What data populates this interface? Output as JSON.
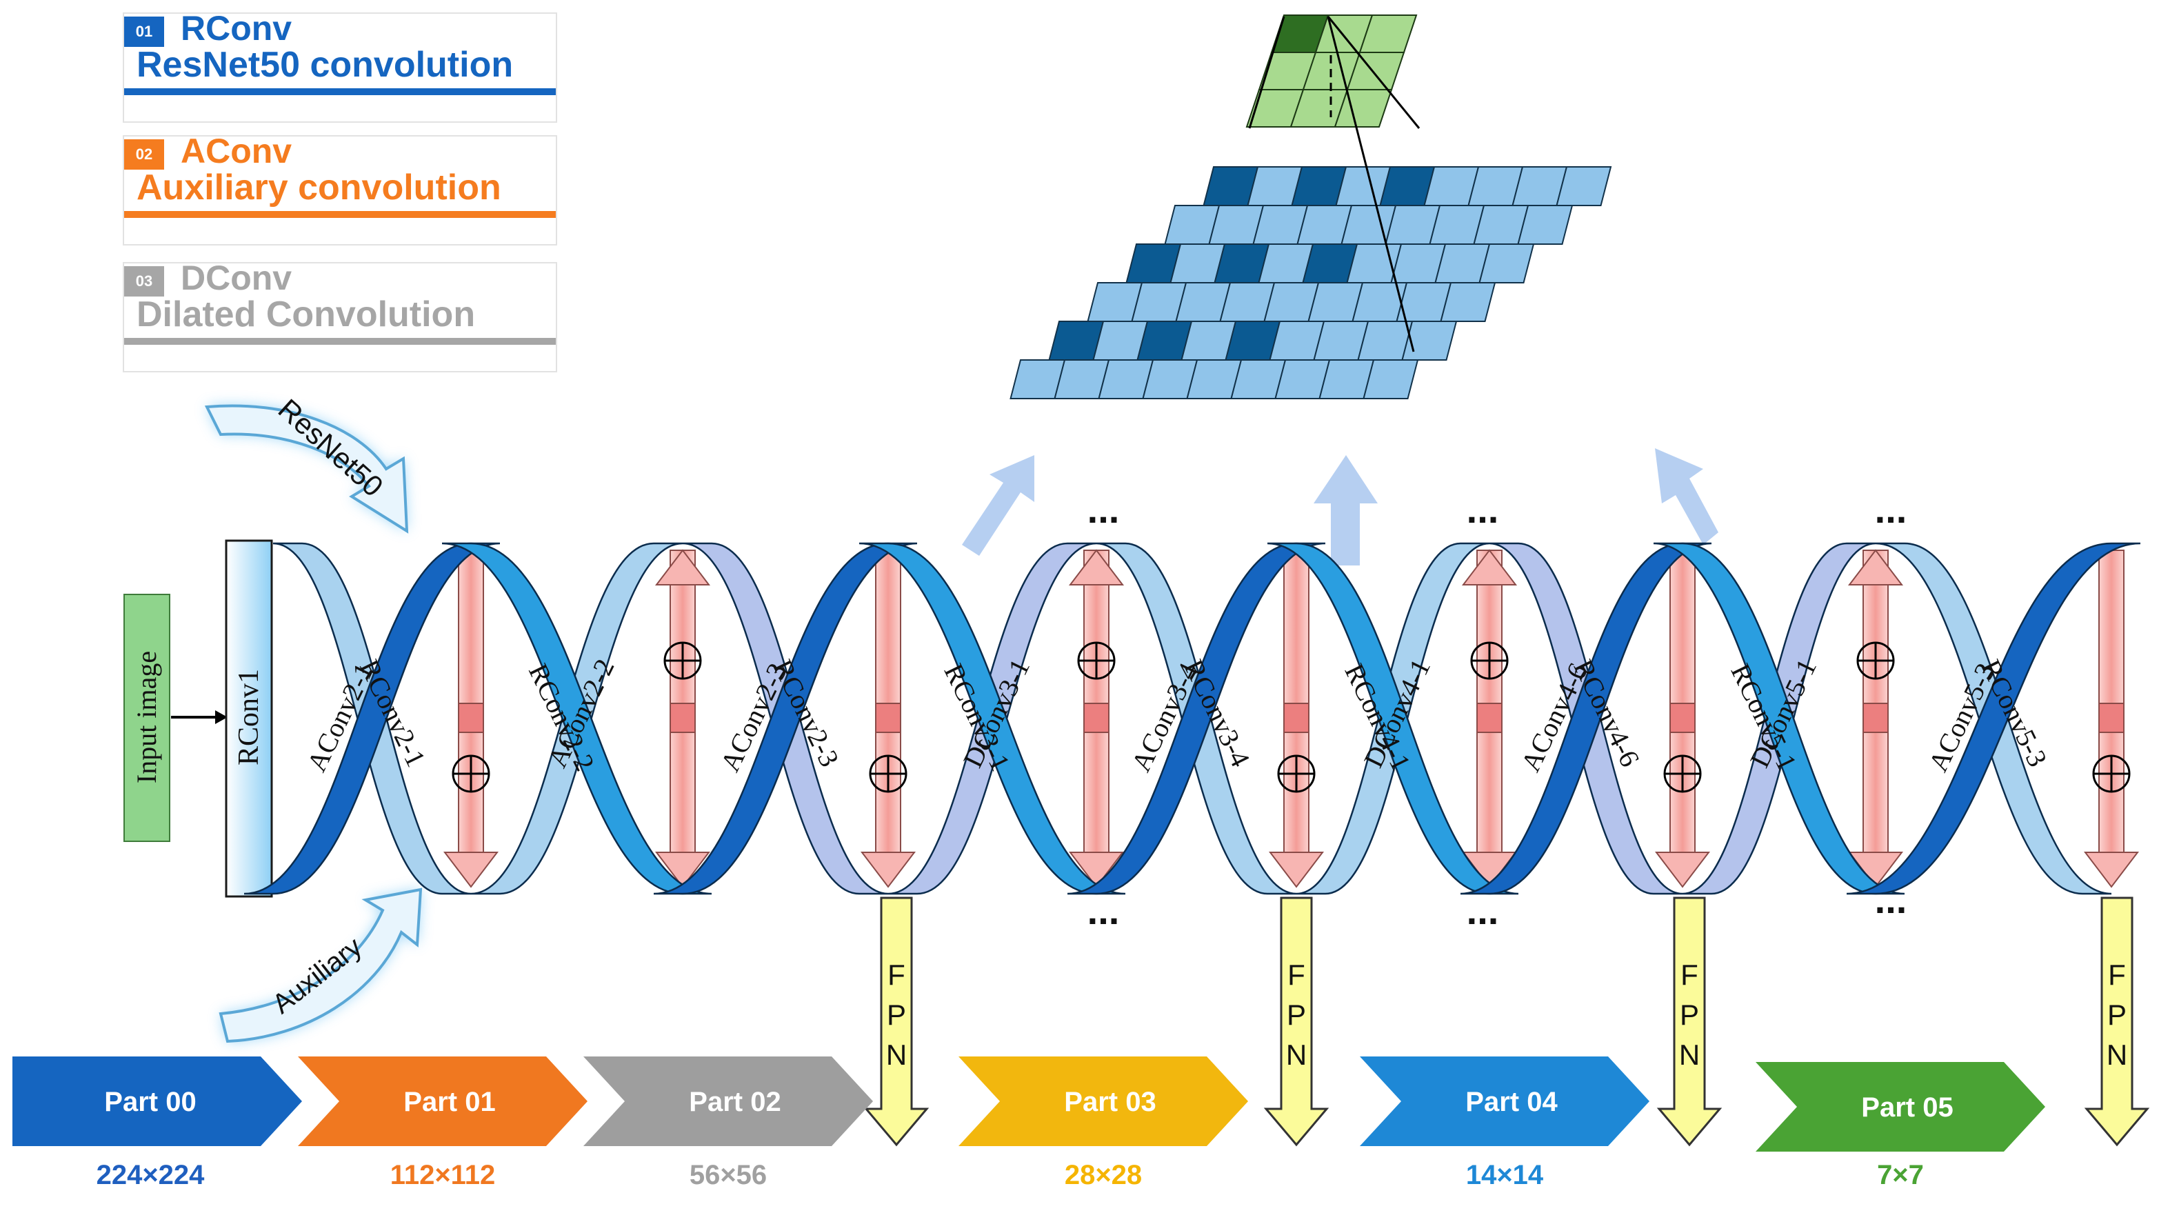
{
  "legend": [
    {
      "num": "01",
      "title": "RConv",
      "subtitle": "ResNet50 convolution",
      "color": "#1565c0"
    },
    {
      "num": "02",
      "title": "AConv",
      "subtitle": "Auxiliary convolution",
      "color": "#f57c1f"
    },
    {
      "num": "03",
      "title": "DConv",
      "subtitle": "Dilated Convolution",
      "color": "#a6a6a6"
    }
  ],
  "input_label": "Input image",
  "rconv1_label": "RConv1",
  "curved_arrows": {
    "top": "ResNet50",
    "bottom": "Auxiliary"
  },
  "strand_labels": {
    "dark": [
      "AConv2-1",
      "RConv2-2",
      "AConv2-3",
      "RConv3-1",
      "AConv3-4",
      "RConv4-1",
      "AConv4-6",
      "RConv5-1",
      "AConv5-3"
    ],
    "light": [
      "RConv2-1",
      "AConv2-2",
      "RConv2-3",
      "DConv3-1",
      "RConv3-4",
      "DConv4-1",
      "RConv4-6",
      "DConv5-1",
      "RConv5-3"
    ]
  },
  "ellipsis": "...",
  "fpn_label": "FPN",
  "parts": [
    {
      "label": "Part 00",
      "size": "224×224",
      "color": "#1565c0",
      "size_color": "#1f5fbf"
    },
    {
      "label": "Part 01",
      "size": "112×112",
      "color": "#f07820",
      "size_color": "#f07820"
    },
    {
      "label": "Part 02",
      "size": "56×56",
      "color": "#9e9e9e",
      "size_color": "#a0a0a0"
    },
    {
      "label": "Part 03",
      "size": "28×28",
      "color": "#f2b70e",
      "size_color": "#f5b400"
    },
    {
      "label": "Part 04",
      "size": "14×14",
      "color": "#1e88d6",
      "size_color": "#1e88d6"
    },
    {
      "label": "Part 05",
      "size": "7×7",
      "color": "#4aa334",
      "size_color": "#4aa334"
    }
  ],
  "colors": {
    "strand_dark": "#1565c0",
    "strand_mid": "#2a9ee0",
    "strand_light": "#a9d2ef",
    "strand_lavender": "#b4c3ec",
    "bar_pink": "#f7b5b2",
    "bar_red": "#ec7f7f",
    "grid_light": "#90c4ea",
    "grid_dark": "#0b5a92",
    "kernel_light": "#a8da8f",
    "kernel_dark": "#2e6e22",
    "input_green": "#8fd48c",
    "fpn_yellow": "#fbfb9a"
  }
}
